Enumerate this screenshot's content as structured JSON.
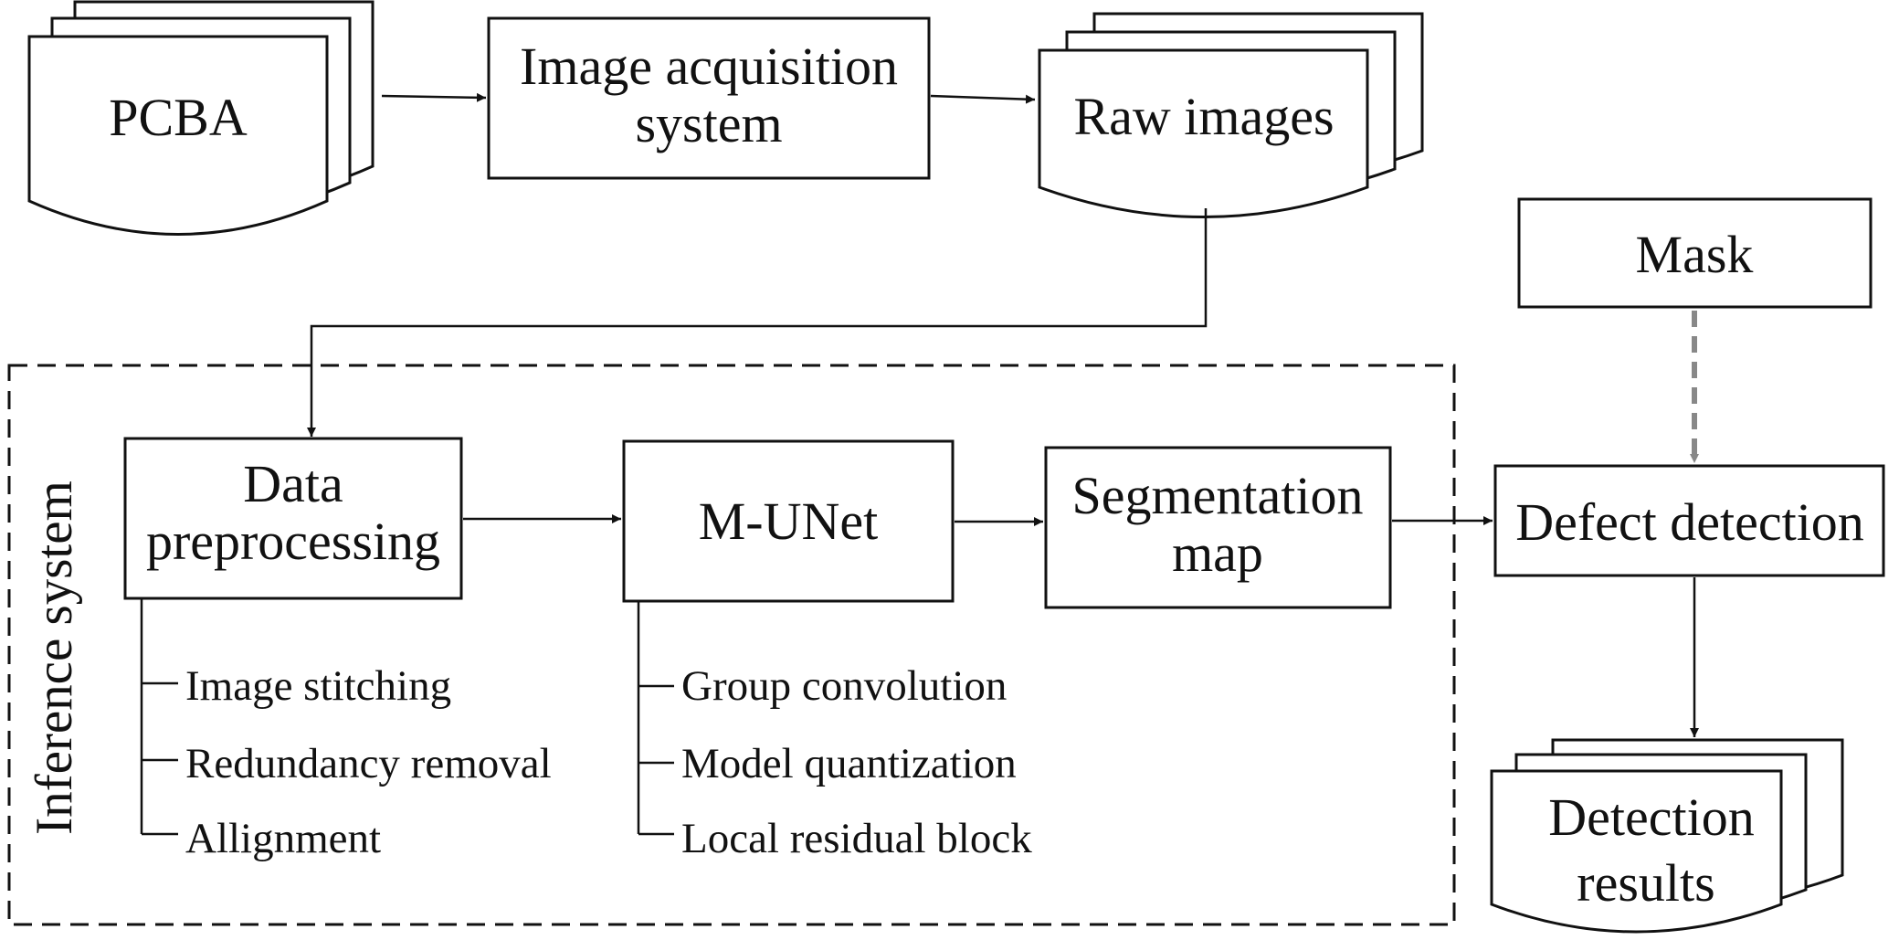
{
  "diagram": {
    "nodes": {
      "pcba": {
        "label": "PCBA"
      },
      "acquisition": {
        "line1": "Image acquisition",
        "line2": "system"
      },
      "raw_images": {
        "label": "Raw images"
      },
      "mask": {
        "label": "Mask"
      },
      "preprocessing": {
        "line1": "Data",
        "line2": "preprocessing"
      },
      "munet": {
        "label": "M-UNet"
      },
      "segmentation": {
        "line1": "Segmentation",
        "line2": "map"
      },
      "defect": {
        "label": "Defect detection"
      },
      "results": {
        "line1": "Detection",
        "line2": "results"
      }
    },
    "group_label": "Inference system",
    "preprocessing_steps": [
      "Image stitching",
      "Redundancy removal",
      "Allignment"
    ],
    "munet_features": [
      "Group convolution",
      "Model quantization",
      "Local residual block"
    ],
    "colors": {
      "stroke": "#111111",
      "dashed_arrow": "#888888",
      "background": "#ffffff"
    }
  }
}
